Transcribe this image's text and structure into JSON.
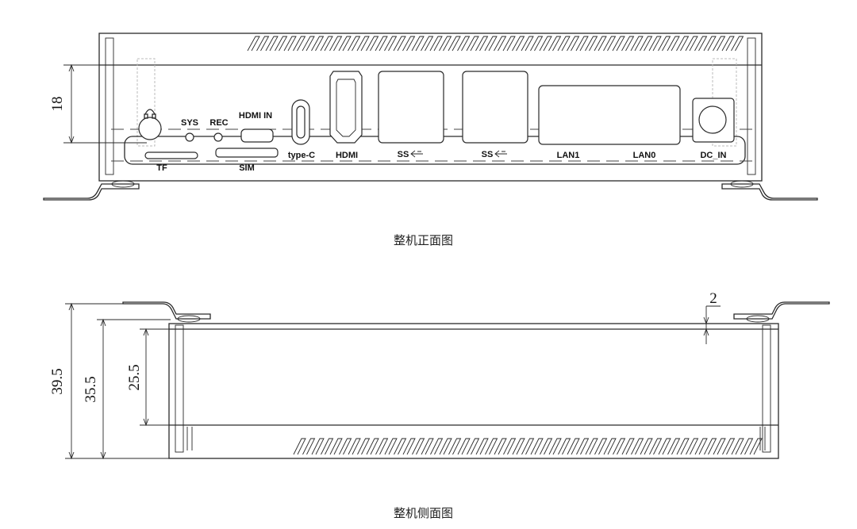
{
  "front_view": {
    "caption": "整机正面图",
    "ports": {
      "tf": "TF",
      "sys": "SYS",
      "rec": "REC",
      "hdmi_in": "HDMI IN",
      "sim": "SIM",
      "type_c": "type-C",
      "hdmi": "HDMI",
      "usb1": "SS",
      "usb2": "SS",
      "lan1": "LAN1",
      "lan0": "LAN0",
      "dc_in": "DC_IN"
    },
    "dimension": "18"
  },
  "side_view": {
    "caption": "整机侧面图",
    "dimensions": {
      "total_height": "39.5",
      "body_height": "35.5",
      "inner_height": "25.5",
      "thickness": "2"
    }
  }
}
